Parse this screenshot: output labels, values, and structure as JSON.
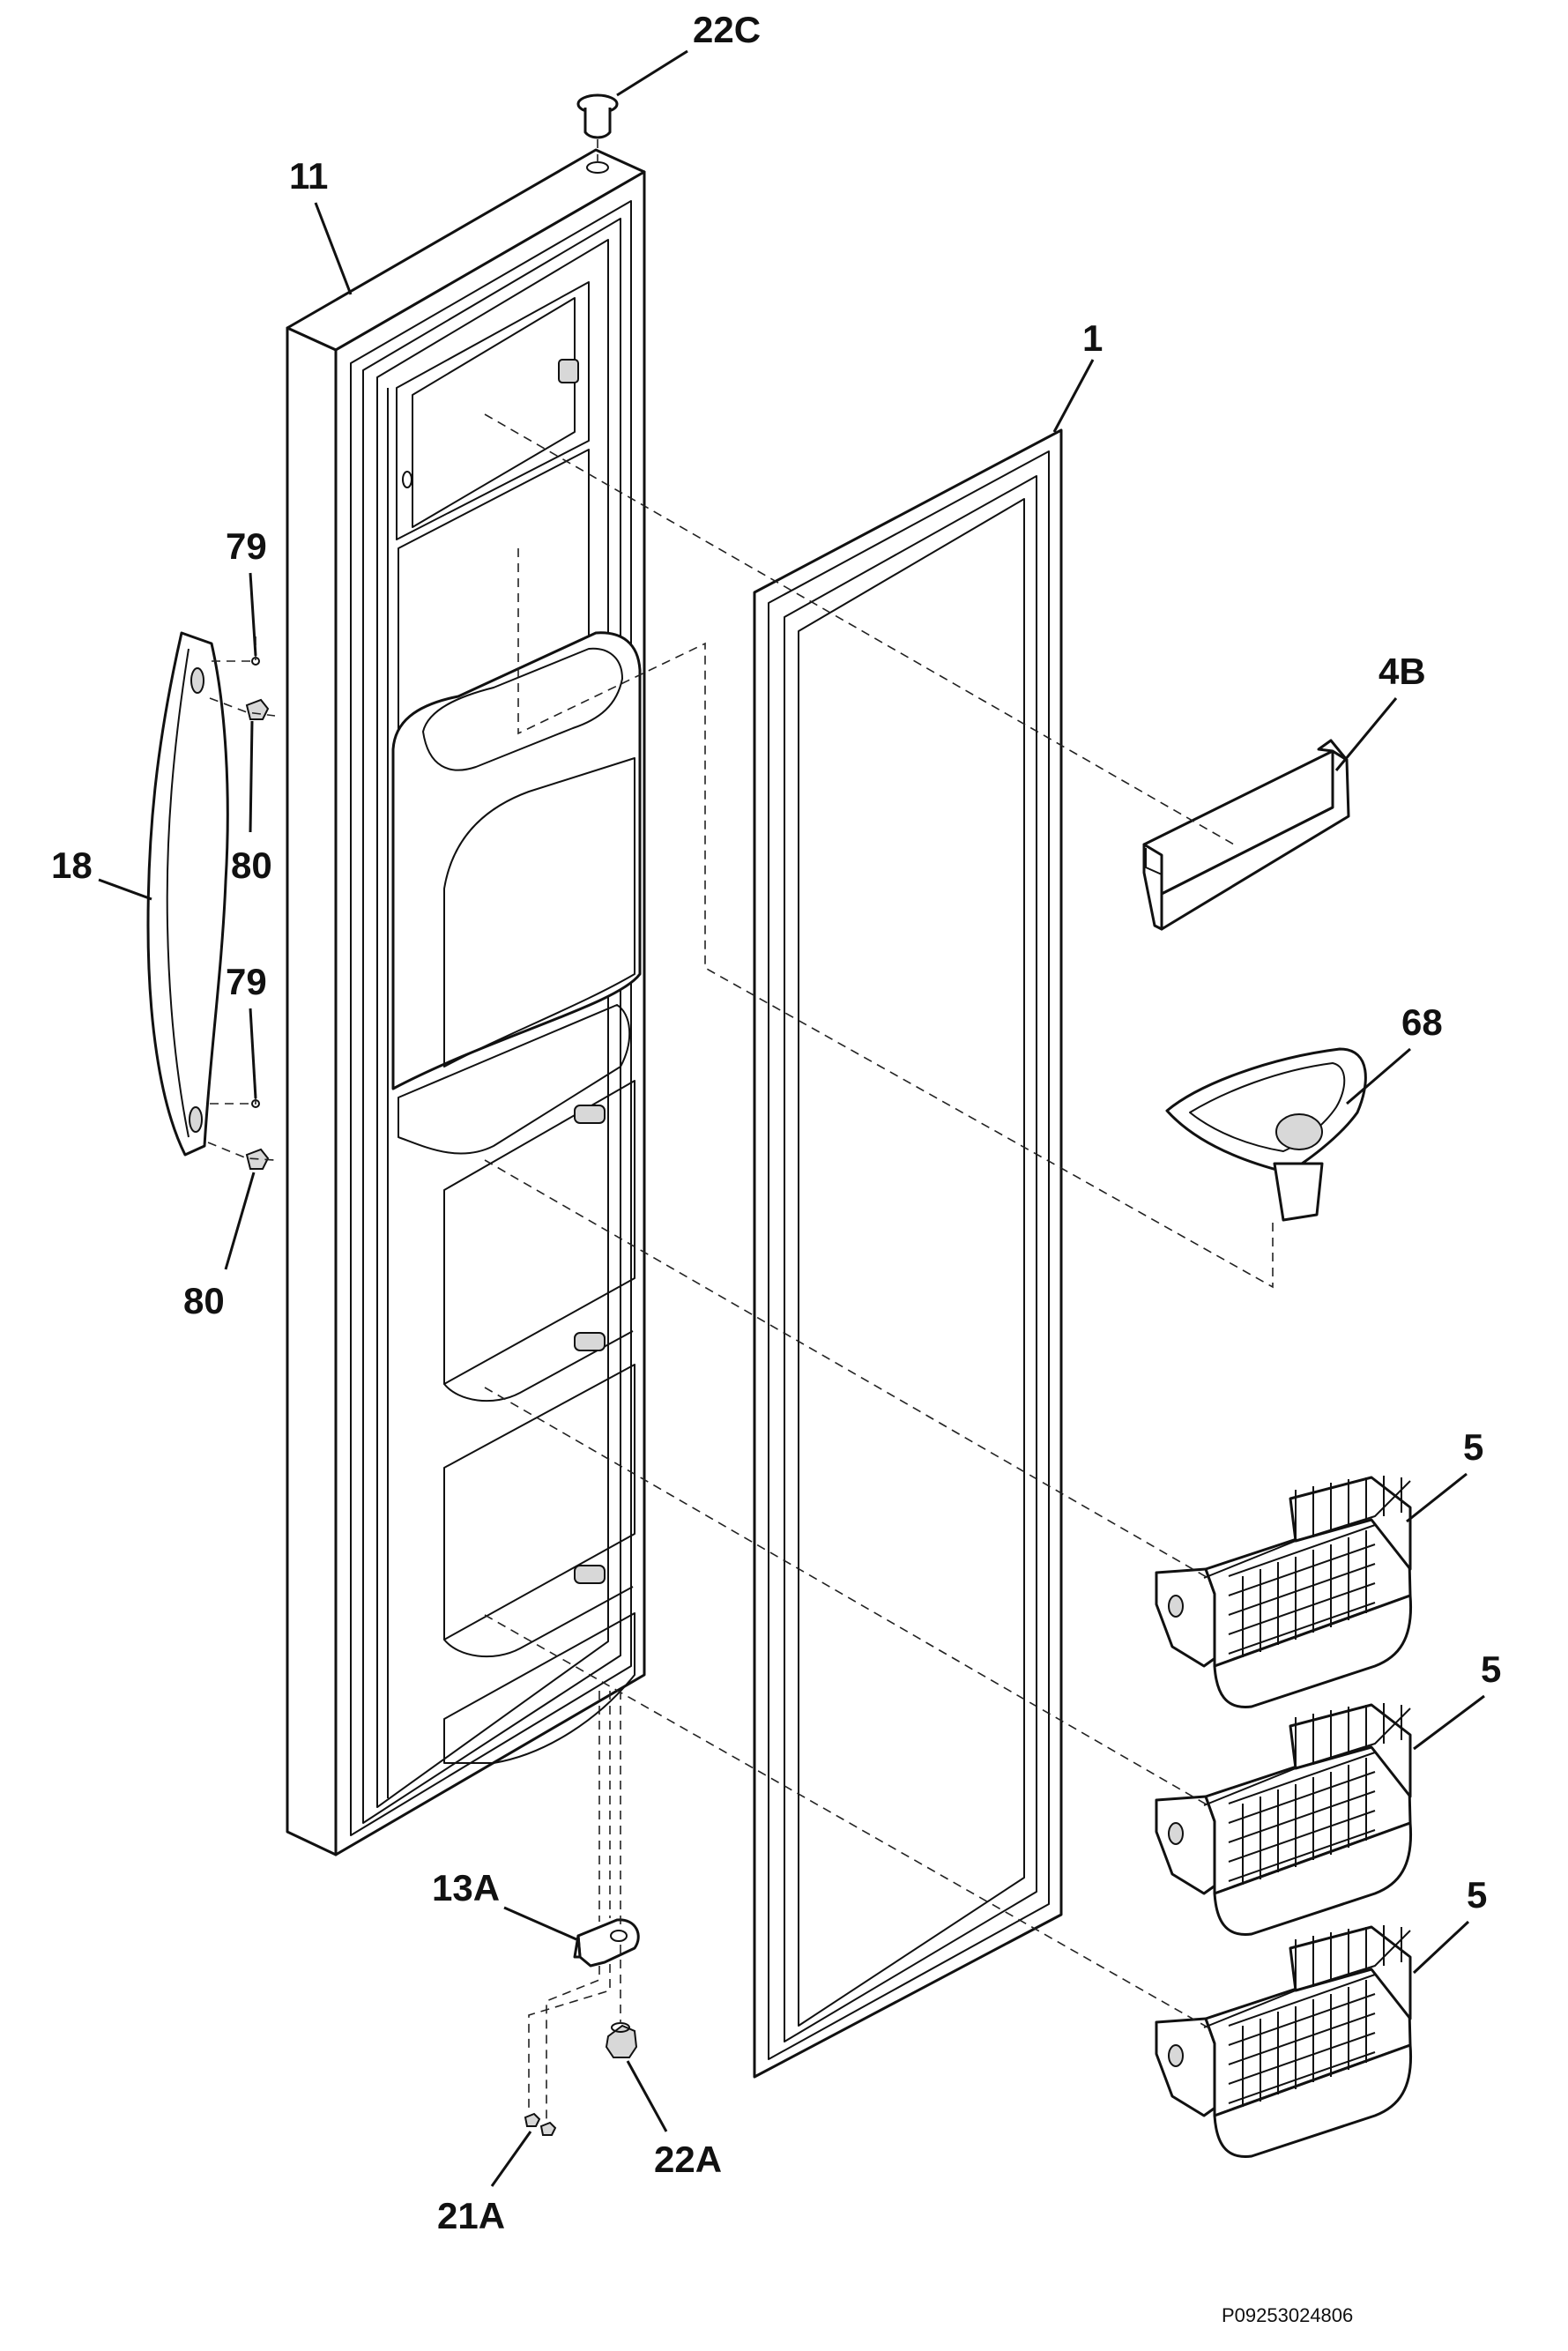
{
  "labels": {
    "p22C": "22C",
    "p11": "11",
    "p1": "1",
    "p79a": "79",
    "p80a": "80",
    "p18": "18",
    "p79b": "79",
    "p80b": "80",
    "p4B": "4B",
    "p68": "68",
    "p5a": "5",
    "p5b": "5",
    "p5c": "5",
    "p13A": "13A",
    "p22A": "22A",
    "p21A": "21A"
  },
  "diagram_code": "P09253024806",
  "colors": {
    "line": "#111111",
    "paper": "#ffffff",
    "shade": "#d8d8d8"
  }
}
